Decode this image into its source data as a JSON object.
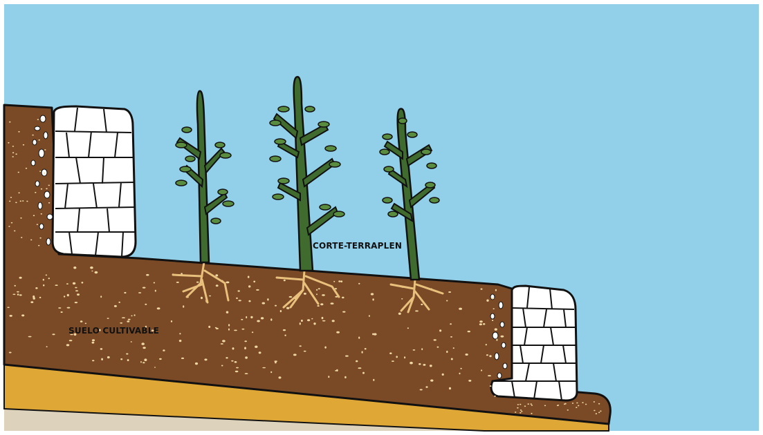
{
  "labels": {
    "corte_terraplen": "CORTE-TERRAPLEN",
    "suelo_cultivable": "SUELO CULTIVABLE"
  },
  "colors": {
    "sky": "#92cfe8",
    "soil": "#7a4a26",
    "sand_layer": "#dfa736",
    "bedrock": "#ddd2bb",
    "stone_wall": "#ffffff",
    "outline": "#111111",
    "tree": "#3f6b2f",
    "leaf": "#5a8c40",
    "root": "#e9c07c",
    "speckle": "#f0d6a3"
  },
  "elements": {
    "trees": 3,
    "stone_walls": 2
  }
}
